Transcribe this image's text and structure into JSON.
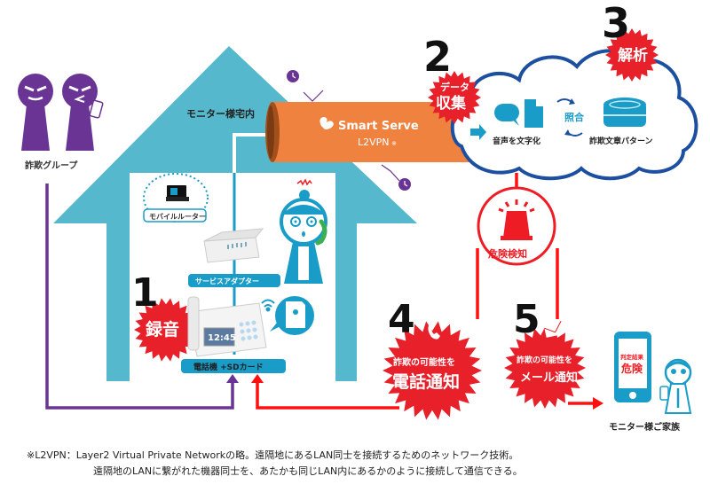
{
  "title": "Smart Serve L2VPN fraud call detection flow",
  "colors": {
    "house": "#55b8cc",
    "pipe": "#f08240",
    "pipe_dark": "#a4501c",
    "cloud_stroke": "#1c4fa0",
    "burst": "#e8202a",
    "purple": "#6a3494",
    "icon_blue": "#1a9cc8",
    "alert_red": "#ee1c24",
    "green": "#3cb050"
  },
  "fraud_group": {
    "label": "詐欺グループ"
  },
  "house": {
    "label": "モニター様宅内",
    "devices": {
      "mobile_router": "モバイルルーター",
      "service_adapter": "サービスアダプター",
      "phone_sd": "電話機 +SDカード",
      "phone_display": "12:45"
    }
  },
  "pipe": {
    "brand": "Smart Serve",
    "label": "L2VPN",
    "note_mark": "※"
  },
  "steps": [
    {
      "number": "1",
      "label": "録音"
    },
    {
      "number": "2",
      "label_line1": "データ",
      "label_line2": "収集"
    },
    {
      "number": "3",
      "label": "解析"
    },
    {
      "number": "4",
      "label_line1": "詐欺の可能性を",
      "label_line2": "電話通知",
      "icon": "phone-icon"
    },
    {
      "number": "5",
      "label_line1": "詐欺の可能性を",
      "label_line2": "メール通知",
      "icon": "mail-icon"
    }
  ],
  "cloud": {
    "speech_to_text": "音声を文字化",
    "match": "照合",
    "fraud_patterns": "詐欺文章パターン"
  },
  "alert": {
    "label": "危険検知"
  },
  "family": {
    "label": "モニター様ご家族",
    "phone_result_label": "判定結果",
    "phone_result_value": "危険"
  },
  "footnote": {
    "line1": "※L2VPN：Layer2 Virtual Private Networkの略。遠隔地にあるLAN同士を接続するためのネットワーク技術。",
    "line2": "遠隔地のLANに繋がれた機器同士を、あたかも同じLAN内にあるかのように接続して通信できる。"
  }
}
